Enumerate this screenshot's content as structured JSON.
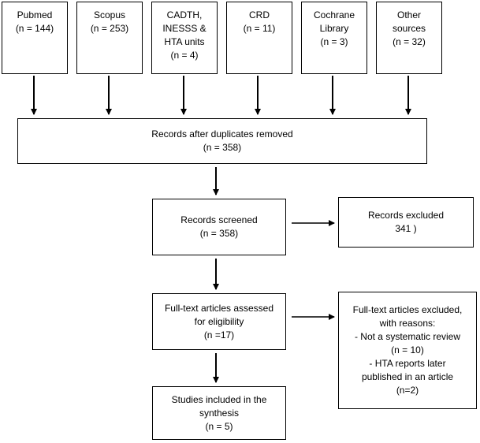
{
  "sources": [
    {
      "name": "Pubmed",
      "count": "(n = 144)"
    },
    {
      "name": "Scopus",
      "count": "(n = 253)"
    },
    {
      "name": "CADTH,\nINESSS &\nHTA units",
      "count": "(n = 4)"
    },
    {
      "name": "CRD",
      "count": "(n = 11)"
    },
    {
      "name": "Cochrane\nLibrary",
      "count": "(n = 3)"
    },
    {
      "name": "Other\nsources",
      "count": "(n = 32)"
    }
  ],
  "after_duplicates": {
    "label": "Records after duplicates removed",
    "count": "(n = 358)"
  },
  "screened": {
    "label": "Records screened",
    "count": "(n = 358)"
  },
  "excluded": {
    "label": "Records excluded",
    "count": "341 )"
  },
  "fulltext": {
    "label": "Full-text articles assessed\nfor eligibility",
    "count": "(n =17)"
  },
  "fulltext_excluded": {
    "label": "Full-text articles excluded,\nwith reasons:",
    "reason1": "- Not a systematic review",
    "reason1_count": "(n = 10)",
    "reason2": "- HTA reports later\npublished in an article",
    "reason2_count": "(n=2)"
  },
  "included": {
    "label": "Studies included in the\nsynthesis",
    "count": "(n = 5)"
  }
}
